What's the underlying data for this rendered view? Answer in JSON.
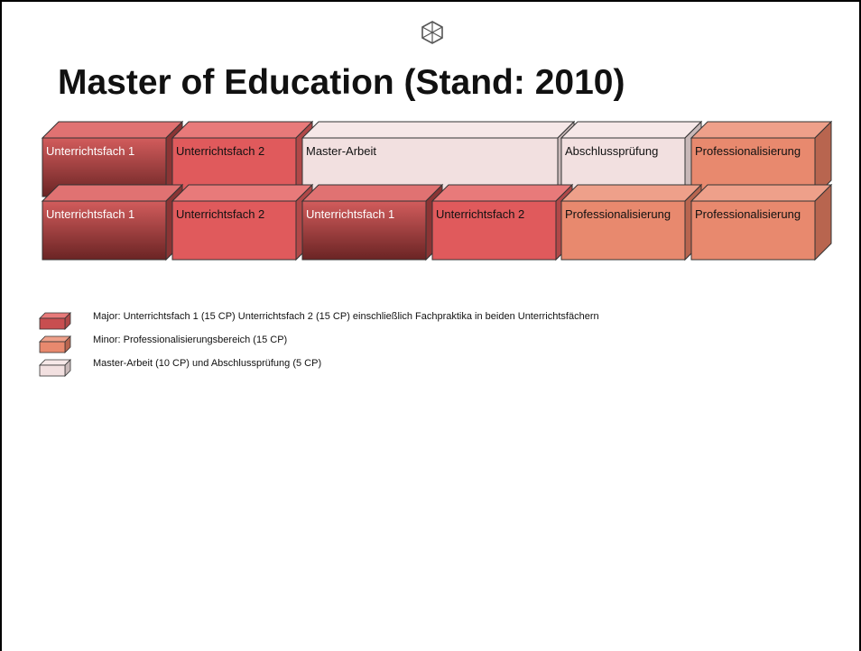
{
  "title": "Master of Education (Stand: 2010)",
  "colors": {
    "major_front": "#e05a5c",
    "major_dark_top": "#d05a5a",
    "major_dark_bottom": "#6a2424",
    "minor_front": "#e8896e",
    "thesis_front": "#f2e0e0",
    "text_light": "#ffffff",
    "text_dark": "#111111"
  },
  "diagram": {
    "rows": [
      {
        "blocks": [
          {
            "label": "Unterrichtsfach 1",
            "kind": "major-dark"
          },
          {
            "label": "Unterrichtsfach 2",
            "kind": "major"
          },
          {
            "label": "Master-Arbeit",
            "kind": "thesis"
          },
          {
            "label": "Abschlussprüfung",
            "kind": "thesis"
          },
          {
            "label": "Professionalisierung",
            "kind": "minor"
          }
        ]
      },
      {
        "blocks": [
          {
            "label": "Unterrichtsfach 1",
            "kind": "major-dark"
          },
          {
            "label": "Unterrichtsfach 2",
            "kind": "major"
          },
          {
            "label": "Unterrichtsfach 1",
            "kind": "major-dark"
          },
          {
            "label": "Unterrichtsfach 2",
            "kind": "major"
          },
          {
            "label": "Professionalisierung",
            "kind": "minor"
          },
          {
            "label": "Professionalisierung",
            "kind": "minor"
          }
        ]
      }
    ]
  },
  "legend": [
    {
      "kind": "major",
      "text": "Major: Unterrichtsfach 1 (15 CP) Unterrichtsfach 2 (15 CP) einschließlich Fachpraktika in beiden Unterrichtsfächern"
    },
    {
      "kind": "minor",
      "text": "Minor: Professionalisierungsbereich (15 CP)"
    },
    {
      "kind": "thesis",
      "text": "Master-Arbeit (10 CP) und Abschlussprüfung (5 CP)"
    }
  ]
}
